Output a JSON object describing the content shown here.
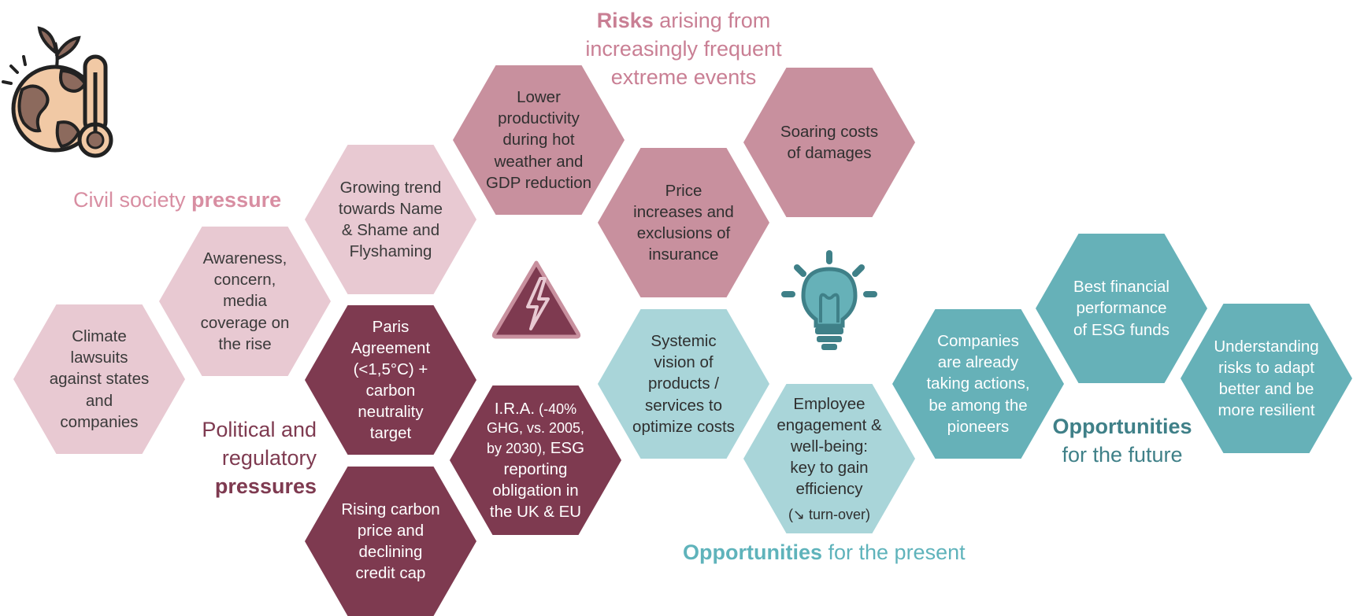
{
  "headings": {
    "risks": {
      "bold": "Risks",
      "line1_rest": " arising from",
      "line2": "increasingly frequent",
      "line3": "extreme events"
    },
    "civil": {
      "normal": "Civil society ",
      "bold": "pressure"
    },
    "political": {
      "line1": "Political and",
      "line2": "regulatory",
      "bold": "pressures"
    },
    "opp_present": {
      "bold": "Opportunities",
      "rest": " for the present"
    },
    "opp_future": {
      "bold": "Opportunities",
      "line2": "for the future"
    }
  },
  "hexes": {
    "climate_lawsuits": {
      "l1": "Climate",
      "l2": "lawsuits",
      "l3": "against states",
      "l4": "and",
      "l5": "companies"
    },
    "awareness": {
      "l1": "Awareness,",
      "l2": "concern,",
      "l3": "media",
      "l4": "coverage on",
      "l5": "the rise"
    },
    "name_shame": {
      "l1": "Growing trend",
      "l2": "towards Name",
      "l3": "& Shame and",
      "l4": "Flyshaming"
    },
    "lower_productivity": {
      "l1": "Lower",
      "l2": "productivity",
      "l3": "during hot",
      "l4": "weather and",
      "l5": "GDP reduction"
    },
    "price_increases": {
      "l1": "Price",
      "l2": "increases and",
      "l3": "exclusions of",
      "l4": "insurance"
    },
    "soaring_costs": {
      "l1": "Soaring costs",
      "l2": "of damages"
    },
    "paris": {
      "l1": "Paris",
      "l2": "Agreement",
      "l3": "(<1,5°C) +",
      "l4": "carbon",
      "l5": "neutrality",
      "l6": "target"
    },
    "ira": {
      "l1_a": "I.R.A.",
      "l1_b": " (-40%",
      "l2": "GHG, vs. 2005,",
      "l3_a": "by 2030),",
      "l3_b": " ESG",
      "l4": "reporting",
      "l5": "obligation in",
      "l6": "the UK & EU"
    },
    "carbon_price": {
      "l1": "Rising carbon",
      "l2": "price and",
      "l3": "declining",
      "l4": "credit cap"
    },
    "systemic": {
      "l1": "Systemic",
      "l2": "vision of",
      "l3": "products /",
      "l4": "services to",
      "l5": "optimize costs"
    },
    "employee": {
      "l1": "Employee",
      "l2": "engagement &",
      "l3": "well-being:",
      "l4": "key to gain",
      "l5": "efficiency",
      "note": "(↘ turn-over)"
    },
    "pioneers": {
      "l1": "Companies",
      "l2": "are already",
      "l3": "taking actions,",
      "l4": "be among the",
      "l5": "pioneers"
    },
    "best_financial": {
      "l1": "Best financial",
      "l2": "performance",
      "l3": "of ESG funds"
    },
    "understanding": {
      "l1": "Understanding",
      "l2": "risks to adapt",
      "l3": "better and be",
      "l4": "more resilient"
    }
  },
  "icons": {
    "globe": "earth-thermometer-icon",
    "warning": "high-voltage-warning-icon",
    "idea": "lightbulb-icon"
  },
  "colors": {
    "light_pink": "#e8c9d2",
    "rose": "#c8909e",
    "burgundy": "#7e3a50",
    "light_teal": "#a9d5d9",
    "teal": "#66b1b8",
    "civil_text": "#d88ea2",
    "risks_text": "#c97f94",
    "political_text": "#7e3a50",
    "present_text": "#5fb3bb",
    "future_text": "#3f8088"
  }
}
